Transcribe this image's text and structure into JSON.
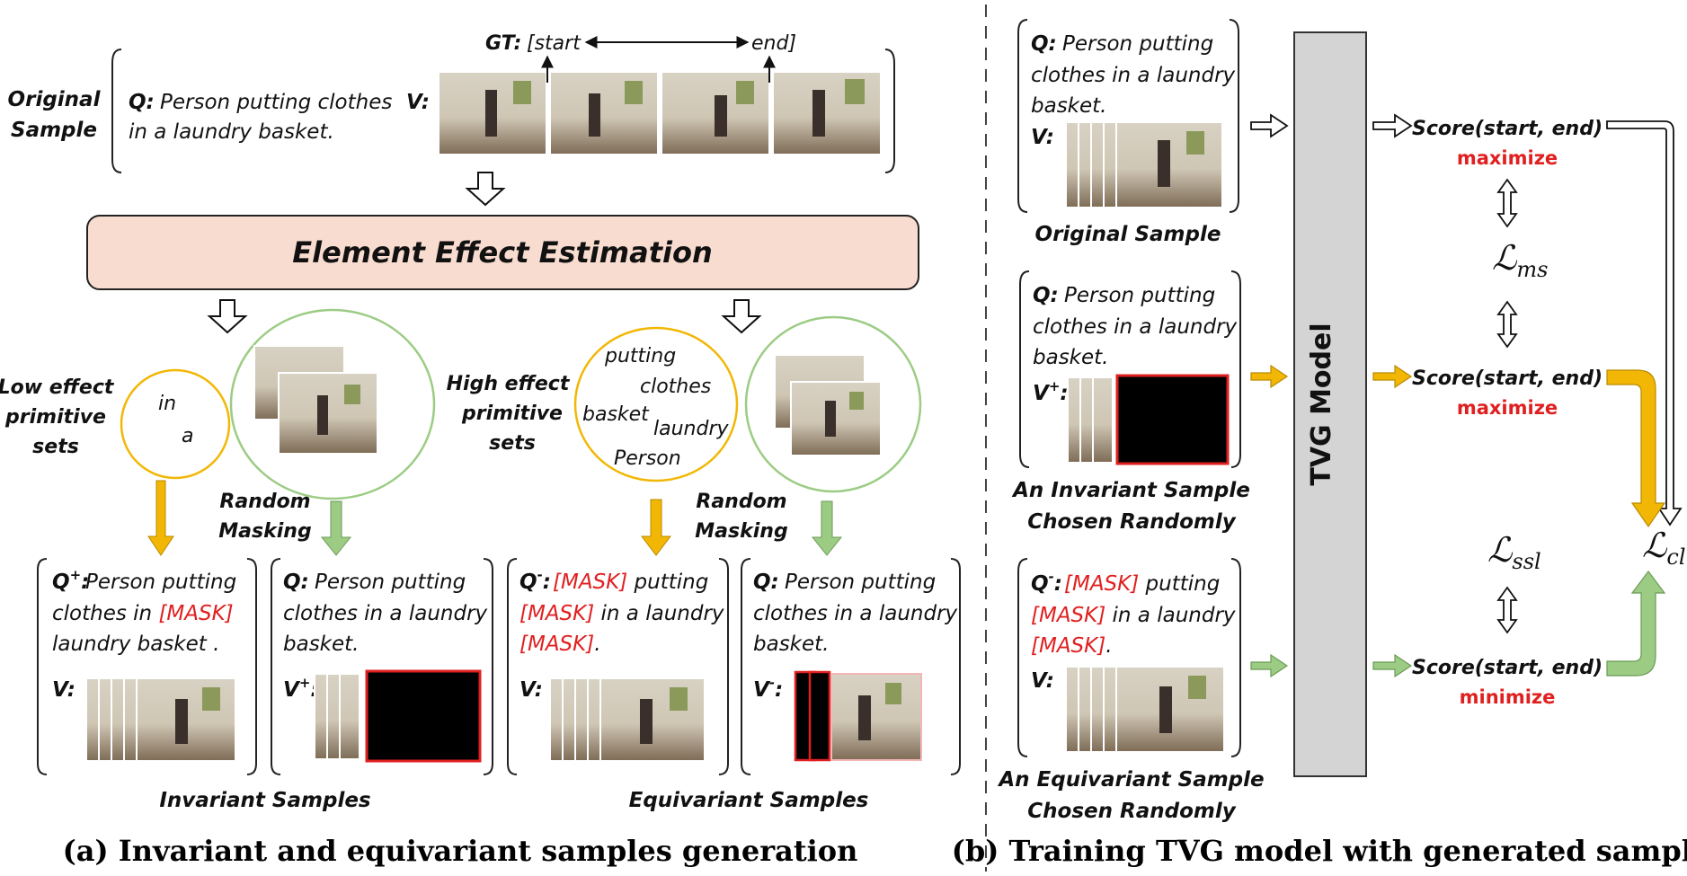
{
  "panel_a": {
    "original": {
      "label_line1": "Original",
      "label_line2": "Sample",
      "q_prefix": "Q:",
      "q_line1": "Person putting clothes",
      "q_line2": "in a laundry basket.",
      "v_label": "V:",
      "gt_label": "GT:",
      "gt_start": "[start",
      "gt_end": "end]"
    },
    "estimation_title": "Element Effect Estimation",
    "low_effect": {
      "line1": "Low effect",
      "line2": "primitive",
      "line3": "sets",
      "words": [
        "in",
        "a"
      ]
    },
    "high_effect": {
      "line1": "High effect",
      "line2": "primitive",
      "line3": "sets",
      "words": [
        "putting",
        "clothes",
        "basket",
        "laundry",
        "Person"
      ]
    },
    "random_masking_line1": "Random",
    "random_masking_line2": "Masking",
    "box1": {
      "q_prefix": "Q",
      "q_sup": "+",
      "q_colon": ":",
      "line1": "Person putting",
      "line2a": "clothes in ",
      "line2b": "[MASK]",
      "line3": "laundry basket .",
      "v_label": "V:"
    },
    "box2": {
      "q_prefix": "Q:",
      "line1": "Person putting",
      "line2": "clothes in a laundry",
      "line3": "basket.",
      "v_label": "V",
      "v_sup": "+",
      "v_colon": ":"
    },
    "box3": {
      "q_prefix": "Q",
      "q_sup": "-",
      "q_colon": ":",
      "line1a": "[MASK]",
      "line1b": " putting",
      "line2a": "[MASK]",
      "line2b": " in a laundry",
      "line3a": "[MASK]",
      "line3b": ".",
      "v_label": "V:"
    },
    "box4": {
      "q_prefix": "Q:",
      "line1": "Person putting",
      "line2": "clothes in a laundry",
      "line3": "basket.",
      "v_label": "V",
      "v_sup": "-",
      "v_colon": ":"
    },
    "invariant_label": "Invariant Samples",
    "equivariant_label": "Equivariant Samples",
    "caption": "(a) Invariant and equivariant samples generation"
  },
  "panel_b": {
    "orig": {
      "q_prefix": "Q:",
      "line1": "Person putting",
      "line2": "clothes in a laundry",
      "line3": "basket.",
      "v_label": "V:",
      "label": "Original Sample"
    },
    "inv": {
      "q_prefix": "Q:",
      "line1": "Person putting",
      "line2": "clothes in a laundry",
      "line3": "basket.",
      "v_label": "V",
      "v_sup": "+",
      "v_colon": ":",
      "label_line1": "An Invariant Sample",
      "label_line2": "Chosen Randomly"
    },
    "eqv": {
      "q_prefix": "Q",
      "q_sup": "-",
      "q_colon": ":",
      "line1a": "[MASK]",
      "line1b": " putting",
      "line2a": "[MASK]",
      "line2b": " in a laundry",
      "line3a": "[MASK]",
      "line3b": ".",
      "v_label": "V:",
      "label_line1": "An Equivariant Sample",
      "label_line2": "Chosen Randomly"
    },
    "model_label": "TVG Model",
    "score_label": "Score(start, end)",
    "maximize": "maximize",
    "minimize": "minimize",
    "loss_ms_base": "ℒ",
    "loss_ms_sub": "ms",
    "loss_ssl_base": "ℒ",
    "loss_ssl_sub": "ssl",
    "loss_cl_base": "ℒ",
    "loss_cl_sub": "cl",
    "caption": "(b) Training TVG model with generated samples"
  },
  "colors": {
    "orange": "#f2b705",
    "green": "#9ccc84",
    "red": "#e02020",
    "estimation_fill": "#f9dcd0",
    "model_fill": "#d4d4d4"
  }
}
